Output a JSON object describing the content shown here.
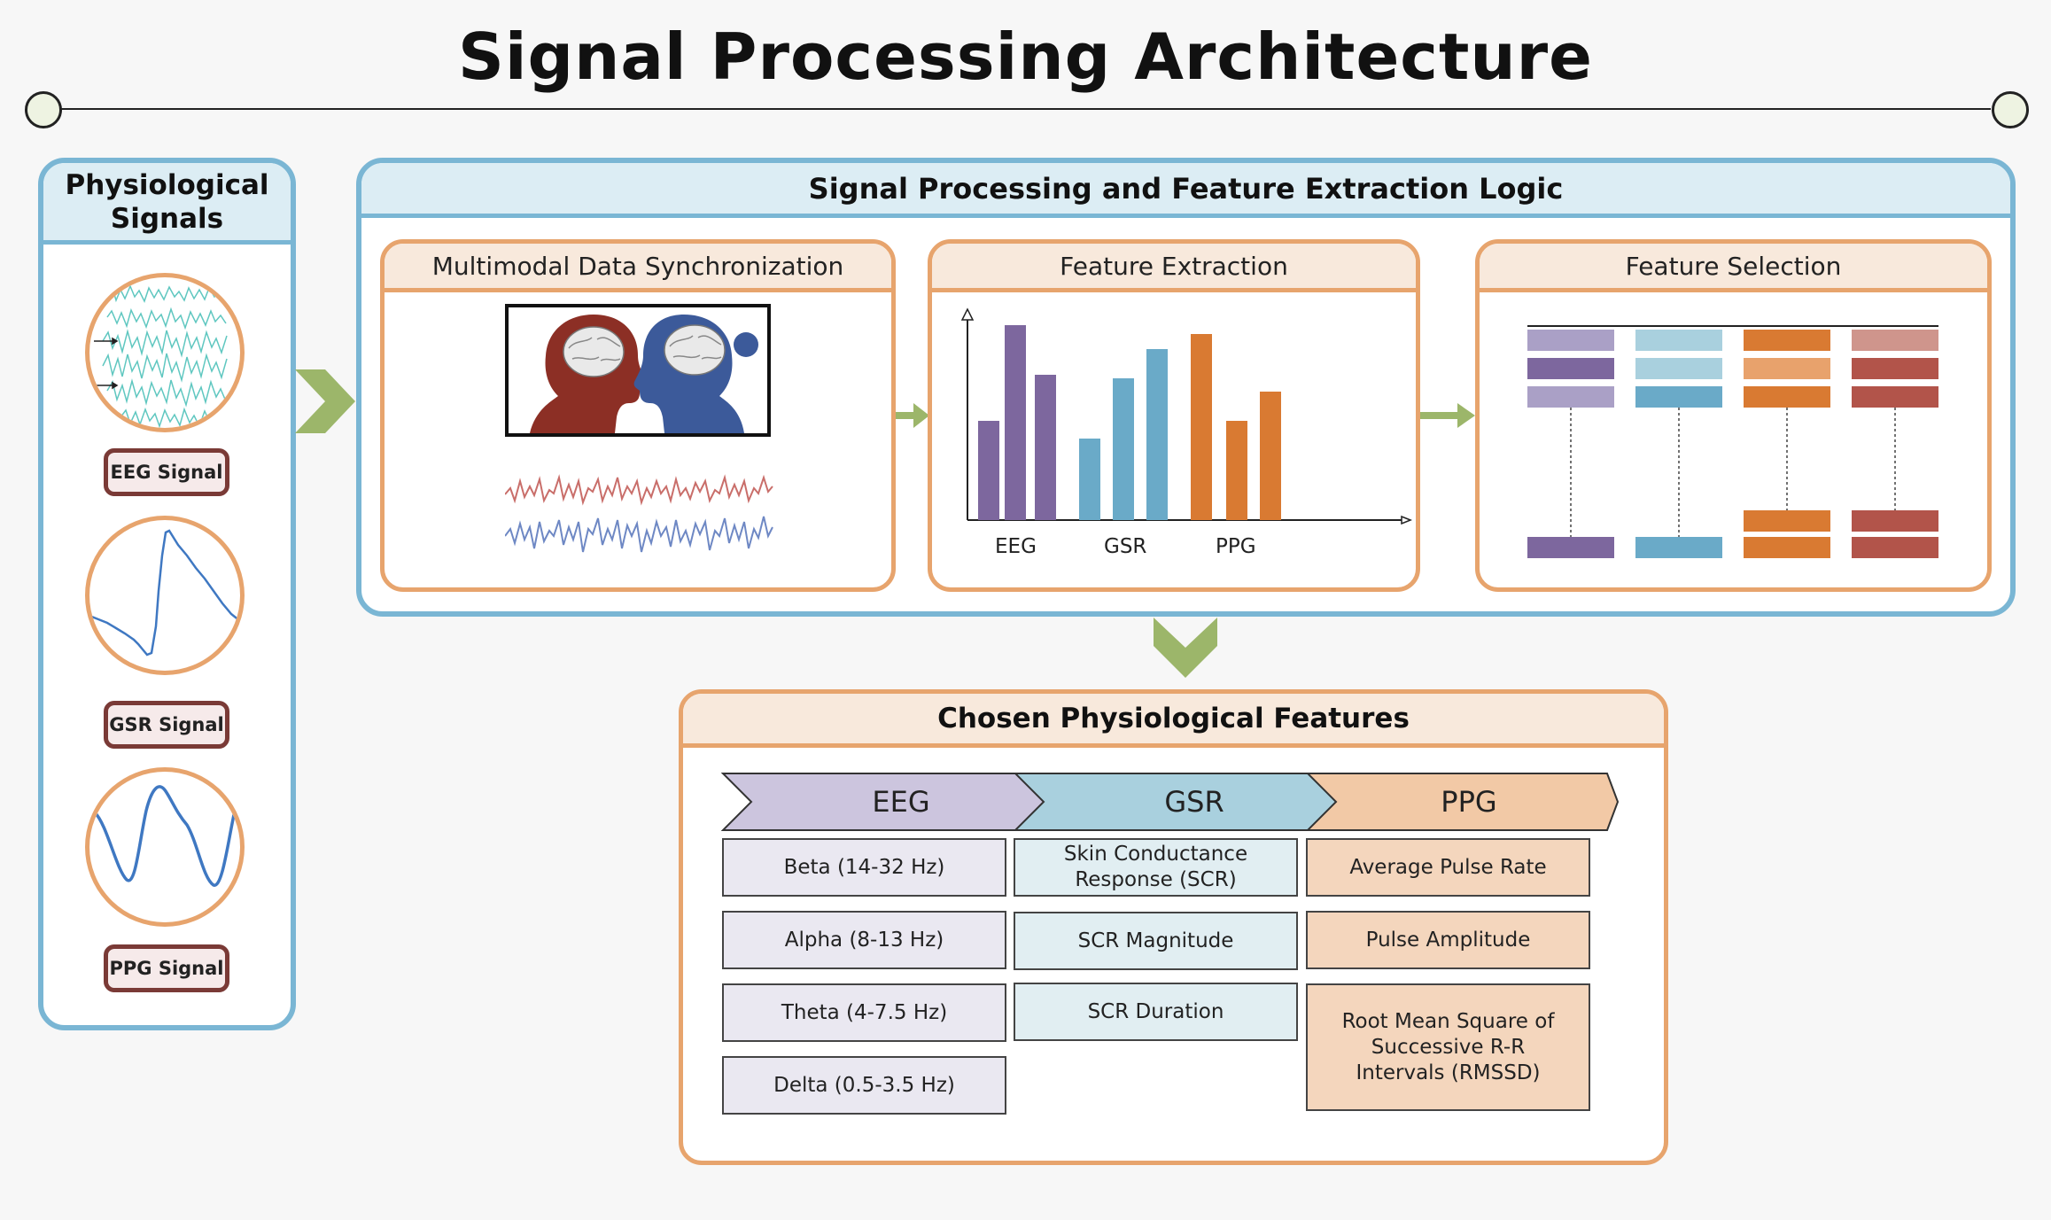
{
  "title": "Signal Processing Architecture",
  "left_panel": {
    "heading_line1": "Physiological",
    "heading_line2": "Signals",
    "signals": [
      {
        "label": "EEG Signal"
      },
      {
        "label": "GSR Signal"
      },
      {
        "label": "PPG Signal"
      }
    ]
  },
  "logic_panel": {
    "heading": "Signal Processing and Feature Extraction Logic",
    "sync": {
      "heading": "Multimodal Data Synchronization"
    },
    "extraction": {
      "heading": "Feature Extraction",
      "groups": [
        "EEG",
        "GSR",
        "PPG"
      ]
    },
    "selection": {
      "heading": "Feature Selection"
    }
  },
  "chosen": {
    "heading": "Chosen Physiological Features",
    "columns": [
      {
        "name": "EEG",
        "color": "#ccc5de",
        "features": [
          "Beta (14-32 Hz)",
          "Alpha (8-13 Hz)",
          "Theta (4-7.5 Hz)",
          "Delta (0.5-3.5 Hz)"
        ]
      },
      {
        "name": "GSR",
        "color": "#a9d0de",
        "features": [
          "Skin Conductance Response (SCR)",
          "SCR Magnitude",
          "SCR Duration"
        ]
      },
      {
        "name": "PPG",
        "color": "#f2c9a6",
        "features": [
          "Average Pulse Rate",
          "Pulse Amplitude",
          "Root Mean Square of Successive R-R Intervals (RMSSD)"
        ]
      }
    ]
  },
  "colors": {
    "blue_border": "#7ab6d4",
    "orange_border": "#e7a46d",
    "arrow_green": "#9cb66a",
    "eeg_purple": "#7d679e",
    "gsr_blue": "#6aaac8",
    "ppg_orange": "#d97a32",
    "red": "#b2544a"
  }
}
